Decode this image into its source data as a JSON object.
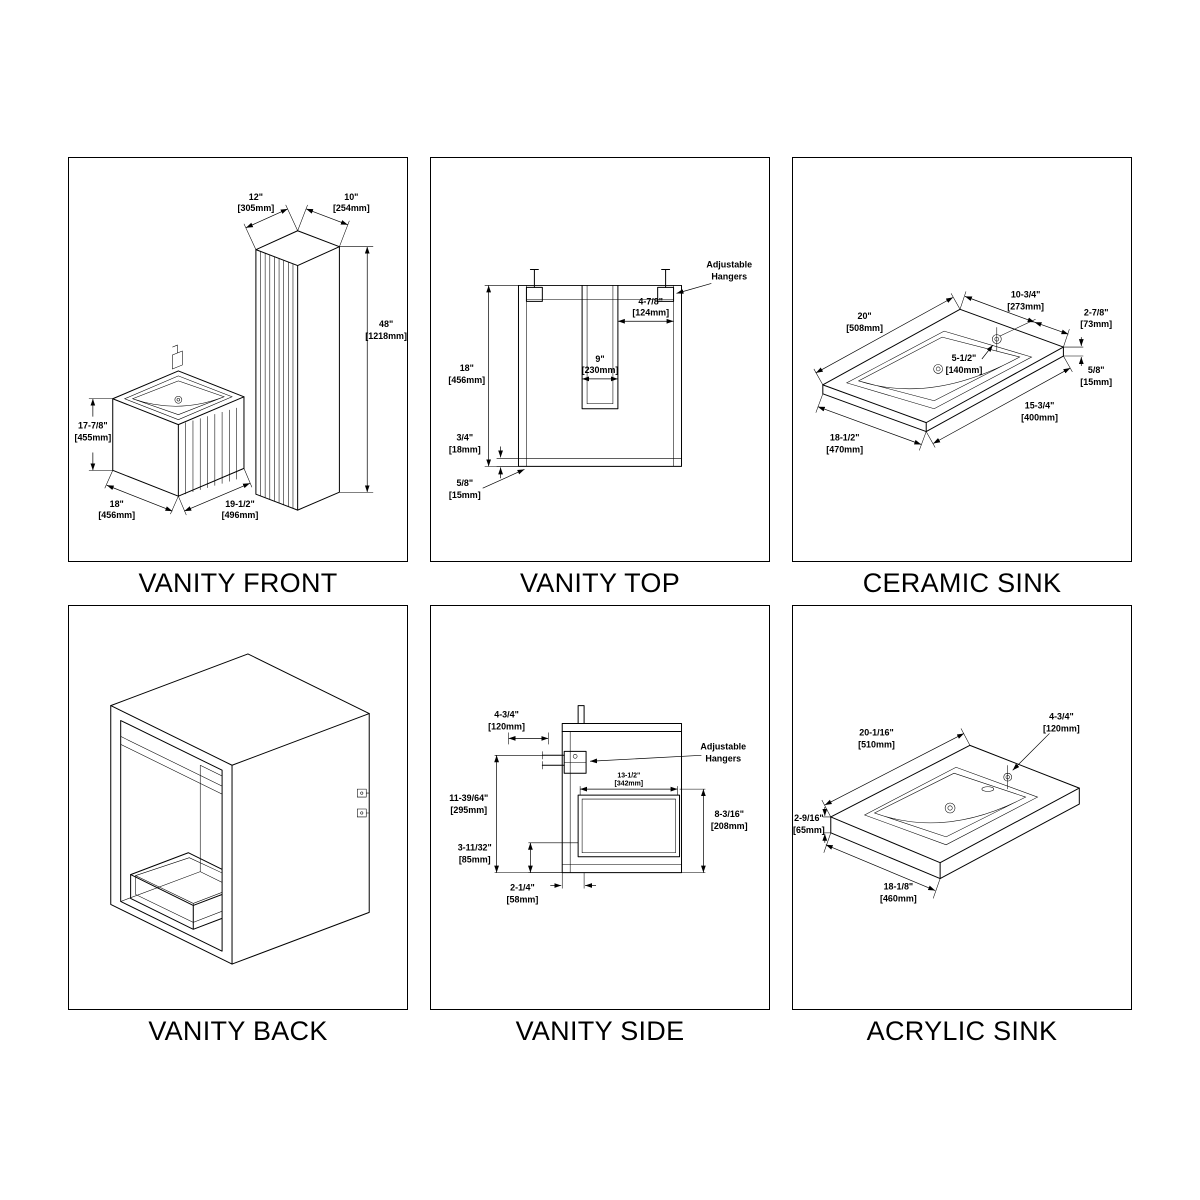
{
  "page": {
    "background": "#ffffff",
    "line_color": "#000000"
  },
  "panels": {
    "vanity_front": {
      "label": "VANITY FRONT",
      "dims": {
        "col_width": {
          "in": "12\"",
          "mm": "[305mm]"
        },
        "col_depth": {
          "in": "10\"",
          "mm": "[254mm]"
        },
        "col_height": {
          "in": "48\"",
          "mm": "[1218mm]"
        },
        "van_height": {
          "in": "17-7/8\"",
          "mm": "[455mm]"
        },
        "van_depth": {
          "in": "18\"",
          "mm": "[456mm]"
        },
        "van_width": {
          "in": "19-1/2\"",
          "mm": "[496mm]"
        }
      }
    },
    "vanity_top": {
      "label": "VANITY TOP",
      "note": [
        "Adjustable",
        "Hangers"
      ],
      "dims": {
        "hanger_offset": {
          "in": "4-7/8\"",
          "mm": "[124mm]"
        },
        "channel_width": {
          "in": "9\"",
          "mm": "[230mm]"
        },
        "height": {
          "in": "18\"",
          "mm": "[456mm]"
        },
        "bottom_thickness": {
          "in": "3/4\"",
          "mm": "[18mm]"
        },
        "panel_thickness": {
          "in": "5/8\"",
          "mm": "[15mm]"
        }
      }
    },
    "ceramic_sink": {
      "label": "CERAMIC SINK",
      "dims": {
        "width": {
          "in": "20\"",
          "mm": "[508mm]"
        },
        "faucet_back": {
          "in": "10-3/4\"",
          "mm": "[273mm]"
        },
        "faucet_edge": {
          "in": "2-7/8\"",
          "mm": "[73mm]"
        },
        "faucet_center": {
          "in": "5-1/2\"",
          "mm": "[140mm]"
        },
        "thickness": {
          "in": "5/8\"",
          "mm": "[15mm]"
        },
        "basin_width": {
          "in": "15-3/4\"",
          "mm": "[400mm]"
        },
        "depth": {
          "in": "18-1/2\"",
          "mm": "[470mm]"
        }
      }
    },
    "vanity_back": {
      "label": "VANITY BACK"
    },
    "vanity_side": {
      "label": "VANITY SIDE",
      "note": [
        "Adjustable",
        "Hangers"
      ],
      "dims": {
        "hanger_inset": {
          "in": "4-3/4\"",
          "mm": "[120mm]"
        },
        "side_height": {
          "in": "11-39/64\"",
          "mm": "[295mm]"
        },
        "rail_height": {
          "in": "3-11/32\"",
          "mm": "[85mm]"
        },
        "bottom_gap": {
          "in": "2-1/4\"",
          "mm": "[58mm]"
        },
        "drawer_width": {
          "in": "13-1/2\"",
          "mm": "[342mm]"
        },
        "drawer_height": {
          "in": "8-3/16\"",
          "mm": "[208mm]"
        }
      }
    },
    "acrylic_sink": {
      "label": "ACRYLIC SINK",
      "dims": {
        "width": {
          "in": "20-1/16\"",
          "mm": "[510mm]"
        },
        "faucet": {
          "in": "4-3/4\"",
          "mm": "[120mm]"
        },
        "thickness": {
          "in": "2-9/16\"",
          "mm": "[65mm]"
        },
        "depth": {
          "in": "18-1/8\"",
          "mm": "[460mm]"
        }
      }
    }
  }
}
